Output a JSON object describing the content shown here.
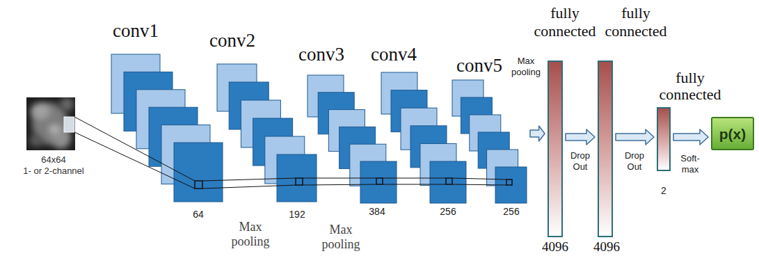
{
  "diagram": {
    "nodes": [
      {
        "text": [
          "64x64",
          "1- or 2-channel"
        ]
      },
      {
        "text": [
          "conv1",
          "64"
        ]
      },
      {
        "text": [
          "conv2",
          "192"
        ]
      },
      {
        "text": [
          "conv3",
          "384"
        ]
      },
      {
        "text": [
          "conv4",
          "256"
        ]
      },
      {
        "text": [
          "conv5",
          "256"
        ]
      },
      {
        "text": [
          "fully connected",
          "4096"
        ]
      },
      {
        "text": [
          "fully connected",
          "4096"
        ]
      },
      {
        "text": [
          "fully connected",
          "2"
        ]
      },
      {
        "text": [
          "p(x)"
        ]
      }
    ],
    "edges": [
      {
        "from": 0,
        "to": 1,
        "arrow": "none"
      },
      {
        "from": 1,
        "to": 2,
        "arrow": "none"
      },
      {
        "from": 2,
        "to": 3,
        "arrow": "none"
      },
      {
        "from": 3,
        "to": 4,
        "arrow": "none"
      },
      {
        "from": 4,
        "to": 5,
        "arrow": "none"
      },
      {
        "from": 5,
        "to": 6,
        "label": "Max pooling",
        "arrow": "to"
      },
      {
        "from": 6,
        "to": 7,
        "label": "Drop Out",
        "arrow": "to"
      },
      {
        "from": 7,
        "to": 8,
        "label": "Drop Out",
        "arrow": "to"
      },
      {
        "from": 8,
        "to": 9,
        "label": "Soft-max",
        "arrow": "to"
      }
    ],
    "labels": [
      "Max pooling",
      "Max pooling"
    ]
  }
}
